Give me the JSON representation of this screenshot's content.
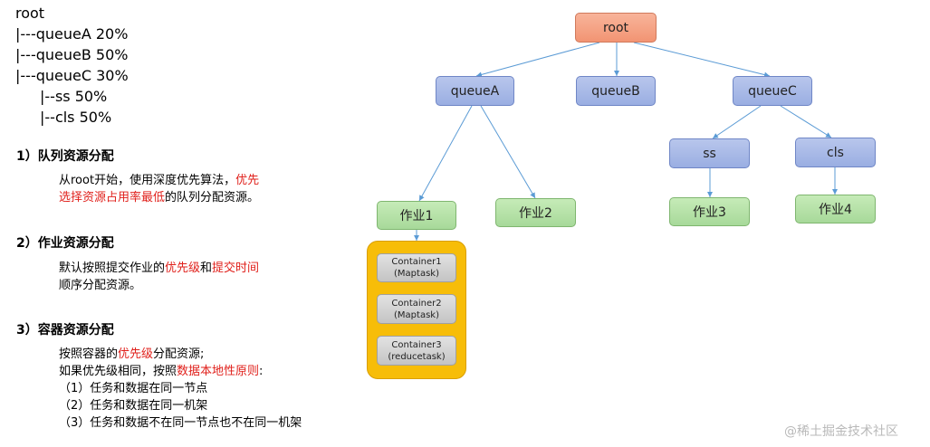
{
  "tree_text": {
    "root": "root",
    "queueA": "|---queueA  20%",
    "queueB": "|---queueB  50%",
    "queueC": "|---queueC  30%",
    "ss": "|--ss   50%",
    "cls": "|--cls  50%"
  },
  "sections": [
    {
      "title": "1）队列资源分配",
      "lines": [
        [
          {
            "text": "从root开始，使用深度优先算法，",
            "red": false
          },
          {
            "text": "优先",
            "red": true
          }
        ],
        [
          {
            "text": "选择资源占用率最低",
            "red": true
          },
          {
            "text": "的队列分配资源。",
            "red": false
          }
        ]
      ]
    },
    {
      "title": "2）作业资源分配",
      "lines": [
        [
          {
            "text": "默认按照提交作业的",
            "red": false
          },
          {
            "text": "优先级",
            "red": true
          },
          {
            "text": "和",
            "red": false
          },
          {
            "text": "提交时间",
            "red": true
          }
        ],
        [
          {
            "text": "顺序分配资源。",
            "red": false
          }
        ]
      ]
    },
    {
      "title": "3）容器资源分配",
      "lines": [
        [
          {
            "text": "按照容器的",
            "red": false
          },
          {
            "text": "优先级",
            "red": true
          },
          {
            "text": "分配资源;",
            "red": false
          }
        ],
        [
          {
            "text": "如果优先级相同，按照",
            "red": false
          },
          {
            "text": "数据本地性原则",
            "red": true
          },
          {
            "text": ":",
            "red": false
          }
        ],
        [
          {
            "text": "（1）任务和数据在同一节点",
            "red": false
          }
        ],
        [
          {
            "text": "（2）任务和数据在同一机架",
            "red": false
          }
        ],
        [
          {
            "text": "（3）任务和数据不在同一节点也不在同一机架",
            "red": false
          }
        ]
      ]
    }
  ],
  "diagram": {
    "root": "root",
    "queueA": "queueA",
    "queueB": "queueB",
    "queueC": "queueC",
    "ss": "ss",
    "cls": "cls",
    "job1": "作业1",
    "job2": "作业2",
    "job3": "作业3",
    "job4": "作业4",
    "containers": [
      {
        "name": "Container1",
        "type": "(Maptask)"
      },
      {
        "name": "Container2",
        "type": "(Maptask)"
      },
      {
        "name": "Container3",
        "type": "(reducetask)"
      }
    ]
  },
  "watermark": "@稀土掘金技术社区"
}
